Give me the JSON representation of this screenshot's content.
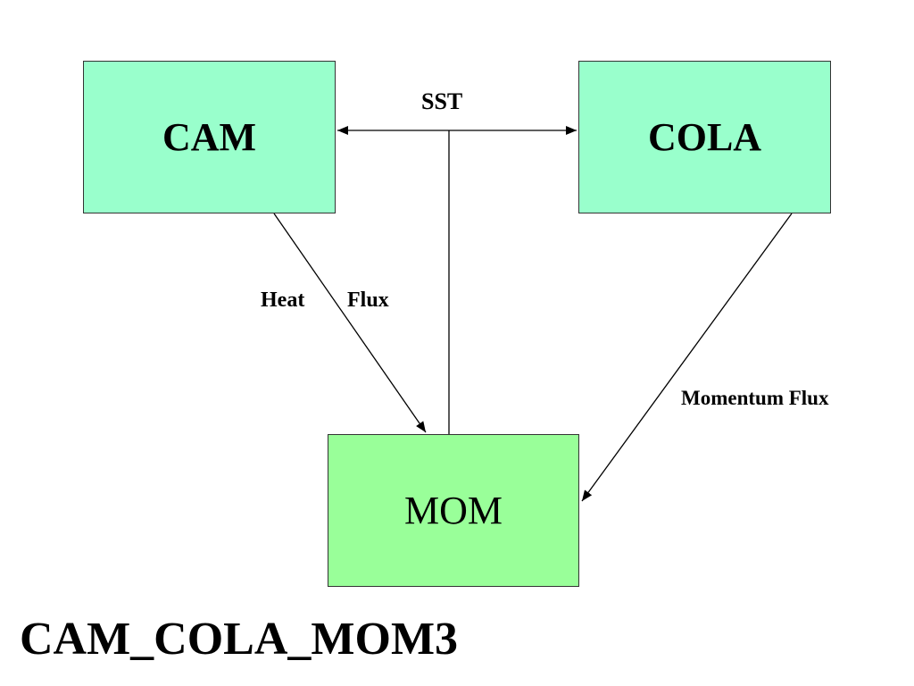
{
  "nodes": {
    "cam": {
      "label": "CAM",
      "fill": "#99ffcc"
    },
    "cola": {
      "label": "COLA",
      "fill": "#99ffcc"
    },
    "mom": {
      "label": "MOM",
      "fill": "#99ff99"
    }
  },
  "edges": {
    "sst": {
      "label": "SST",
      "from": "MOM",
      "to": [
        "CAM",
        "COLA"
      ]
    },
    "heat_flux": {
      "label_heat": "Heat",
      "label_flux": "Flux",
      "from": "CAM",
      "to": "MOM"
    },
    "momentum_flux": {
      "label": "Momentum Flux",
      "from": "COLA",
      "to": "MOM"
    }
  },
  "title": "CAM_COLA_MOM3"
}
